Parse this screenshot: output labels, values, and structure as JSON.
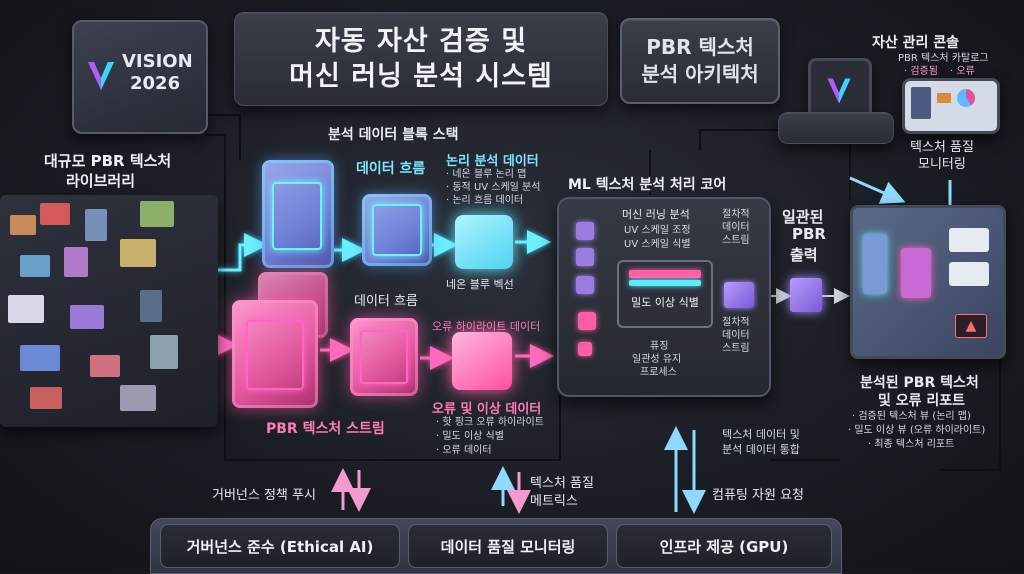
{
  "title": {
    "line1": "자동 자산 검증 및",
    "line2": "머신 러닝 분석 시스템"
  },
  "architecture": {
    "line1": "PBR 텍스처",
    "line2": "분석 아키텍처"
  },
  "logo": {
    "line1": "VISION",
    "line2": "2026"
  },
  "library": {
    "line1": "대규모 PBR 텍스처",
    "line2": "라이브러리"
  },
  "block_stack": {
    "title": "분석 데이터 블록 스택"
  },
  "cyan_flow": {
    "data_flow_top": "데이터 흐름",
    "data_flow_bottom": "데이터 흐름",
    "logic_title": "논리 분석 데이터",
    "logic_items": [
      "네온 블루 논리 맵",
      "동적 UV 스케일 분석",
      "논리 흐름 데이터"
    ],
    "neon_vector": "네온 블루 벡선"
  },
  "pink_flow": {
    "error_highlight": "오류 하이라이트 데이터",
    "stream": "PBR 텍스처 스트림",
    "anomaly_title": "오류 및 이상 데이터",
    "anomaly_items": [
      "핫 핑크 오류 하이라이트",
      "밀도 이상 식별",
      "오류 데이터"
    ]
  },
  "core": {
    "title": "ML 텍스처 분석 처리 코어",
    "ml_title": "머신 러닝 분석",
    "ml_items": [
      "UV 스케일 조정",
      "UV 스케일 식별"
    ],
    "density": "밀도 이상 식별",
    "fuzzy": [
      "퓨징",
      "일관성 유지",
      "프로세스"
    ],
    "proc_top": [
      "절차적",
      "데이터",
      "스트림"
    ],
    "proc_bottom": [
      "절차적",
      "데이터",
      "스트림"
    ],
    "integrate": [
      "텍스처 데이터 및",
      "분석 데이터 통합"
    ]
  },
  "output": {
    "line1": "일관된",
    "line2": "PBR",
    "line3": "출력"
  },
  "console": {
    "title": "자산 관리 콘솔",
    "catalog": "PBR 텍스처 카탈로그",
    "verified": "· 검증됨",
    "error": "· 오류",
    "quality": [
      "텍스처 품질",
      "모니터링"
    ]
  },
  "report": {
    "title": [
      "분석된 PBR 텍스처",
      "및 오류 리포트"
    ],
    "items": [
      "· 검증된 텍스처 뷰 (논리 맵)",
      "· 밀도 이상 뷰 (오류 하이라이트)",
      "· 최종 텍스처 리포트"
    ]
  },
  "bottom": {
    "governance_push": "거버넌스 정책 푸시",
    "quality_metrics": [
      "텍스처 품질",
      "메트릭스"
    ],
    "compute_request": "컴퓨팅 자원 요청",
    "btn_governance": "거버넌스 준수 (Ethical AI)",
    "btn_quality": "데이터 품질 모니터링",
    "btn_infra": "인프라 제공 (GPU)"
  },
  "colors": {
    "cyan": "#5fe8ff",
    "pink": "#ff5fa8",
    "purple": "#9b7ce0"
  }
}
